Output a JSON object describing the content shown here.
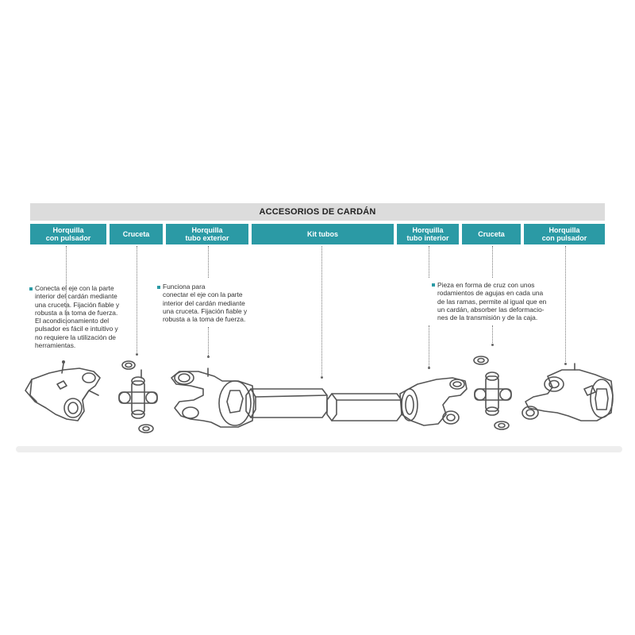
{
  "title": "ACCESORIOS DE CARDÁN",
  "tabs": [
    {
      "label": "Horquilla\ncon pulsador"
    },
    {
      "label": "Cruceta"
    },
    {
      "label": "Horquilla\ntubo exterior"
    },
    {
      "label": "Kit tubos"
    },
    {
      "label": "Horquilla\ntubo interior"
    },
    {
      "label": "Cruceta"
    },
    {
      "label": "Horquilla\ncon pulsador"
    }
  ],
  "descriptions": {
    "left": "Conecta el eje con la parte\ninterior del cardán mediante\nuna cruceta. Fijación fiable y\nrobusta a la toma de fuerza.\nEl acondicionamiento del\npulsador es fácil e intuitivo y\nno requiere la utilización de\nherramientas.",
    "middle": "Funciona para\nconectar el eje con la parte\ninterior del cardán mediante\nuna cruceta. Fijación fiable y\nrobusta a la toma de fuerza.",
    "right": "Pieza en forma de cruz con unos\nrodamientos de agujas en cada una\nde las ramas, permite al igual que en\nun cardán, absorber las deformacio-\nnes de la transmisión y de la caja."
  },
  "colors": {
    "accent": "#2b9aa5",
    "title_bar": "#dcdcdc",
    "line_art": "#555555"
  },
  "icons": [
    "yoke-with-button-icon",
    "cross-joint-icon",
    "outer-tube-yoke-icon",
    "tube-kit-icon",
    "inner-tube-yoke-icon",
    "cross-joint-icon",
    "yoke-with-button-icon"
  ]
}
